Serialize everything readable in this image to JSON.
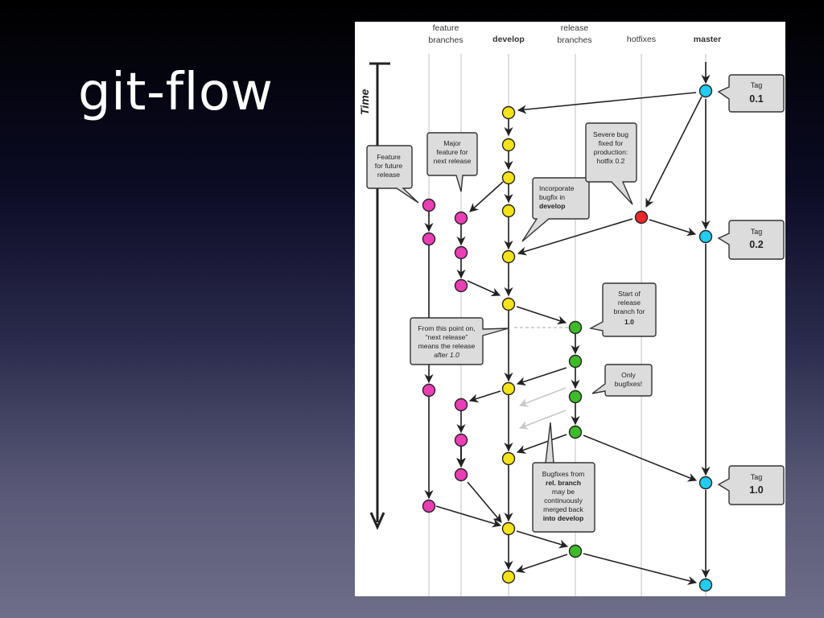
{
  "slide": {
    "title": "git-flow"
  },
  "diagram": {
    "time_label": "Time",
    "lanes": [
      {
        "label_line1": "feature",
        "label_line2": "branches",
        "bold": false
      },
      {
        "label_line1": "develop",
        "label_line2": "",
        "bold": true
      },
      {
        "label_line1": "release",
        "label_line2": "branches",
        "bold": false
      },
      {
        "label_line1": "hotfixes",
        "label_line2": "",
        "bold": false
      },
      {
        "label_line1": "master",
        "label_line2": "",
        "bold": true
      }
    ],
    "tags": [
      {
        "small": "Tag",
        "big": "0.1"
      },
      {
        "small": "Tag",
        "big": "0.2"
      },
      {
        "small": "Tag",
        "big": "1.0"
      }
    ],
    "notes": {
      "feature_future": [
        "Feature",
        "for future",
        "release"
      ],
      "major_feature": [
        "Major",
        "feature for",
        "next release"
      ],
      "incorporate": [
        "Incorporate",
        "bugfix in",
        "develop"
      ],
      "severe_bug": [
        "Severe bug",
        "fixed for",
        "production:",
        "hotfix 0.2"
      ],
      "start_release": [
        "Start of",
        "release",
        "branch for",
        "1.0"
      ],
      "from_this_point": [
        "From this point on,",
        "“next release”",
        "means the release",
        "after 1.0"
      ],
      "only_bugfixes": [
        "Only",
        "bugfixes!"
      ],
      "bugfixes_from": [
        "Bugfixes from",
        "rel. branch",
        "may be",
        "continuously",
        "merged back",
        "into develop"
      ]
    },
    "colors": {
      "feature": "#e83fb3",
      "develop": "#f4e21a",
      "release": "#3dbb28",
      "hotfix": "#e8282e",
      "master": "#22ccee"
    }
  }
}
